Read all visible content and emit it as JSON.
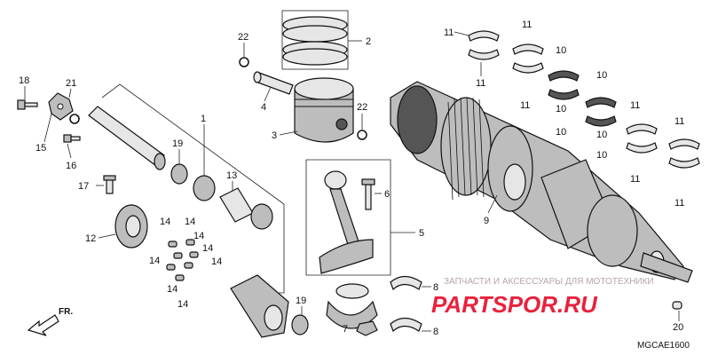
{
  "diagram": {
    "code": "MGCAE1600",
    "direction_label": "FR.",
    "watermark": {
      "text": "ЗАПЧАСТИ И АКСЕССУАРЫ ДЛЯ МОТОТЕХНИКИ",
      "brand": "PARTSPOR.RU"
    },
    "callouts": [
      {
        "id": "c22a",
        "text": "22"
      },
      {
        "id": "c2",
        "text": "2"
      },
      {
        "id": "c4",
        "text": "4"
      },
      {
        "id": "c3",
        "text": "3"
      },
      {
        "id": "c22b",
        "text": "22"
      },
      {
        "id": "c18",
        "text": "18"
      },
      {
        "id": "c21",
        "text": "21"
      },
      {
        "id": "c15",
        "text": "15"
      },
      {
        "id": "c16",
        "text": "16"
      },
      {
        "id": "c1",
        "text": "1"
      },
      {
        "id": "c19a",
        "text": "19"
      },
      {
        "id": "c13",
        "text": "13"
      },
      {
        "id": "c17",
        "text": "17"
      },
      {
        "id": "c12",
        "text": "12"
      },
      {
        "id": "c14a",
        "text": "14"
      },
      {
        "id": "c14b",
        "text": "14"
      },
      {
        "id": "c14c",
        "text": "14"
      },
      {
        "id": "c14d",
        "text": "14"
      },
      {
        "id": "c14e",
        "text": "14"
      },
      {
        "id": "c14f",
        "text": "14"
      },
      {
        "id": "c14g",
        "text": "14"
      },
      {
        "id": "c14h",
        "text": "14"
      },
      {
        "id": "c6",
        "text": "6"
      },
      {
        "id": "c5",
        "text": "5"
      },
      {
        "id": "c8a",
        "text": "8"
      },
      {
        "id": "c8b",
        "text": "8"
      },
      {
        "id": "c7",
        "text": "7"
      },
      {
        "id": "c19b",
        "text": "19"
      },
      {
        "id": "c9",
        "text": "9"
      },
      {
        "id": "c20",
        "text": "20"
      },
      {
        "id": "c11a",
        "text": "11"
      },
      {
        "id": "c11b",
        "text": "11"
      },
      {
        "id": "c11c",
        "text": "11"
      },
      {
        "id": "c11d",
        "text": "11"
      },
      {
        "id": "c11e",
        "text": "11"
      },
      {
        "id": "c11f",
        "text": "11"
      },
      {
        "id": "c11g",
        "text": "11"
      },
      {
        "id": "c11h",
        "text": "11"
      },
      {
        "id": "c10a",
        "text": "10"
      },
      {
        "id": "c10b",
        "text": "10"
      },
      {
        "id": "c10c",
        "text": "10"
      },
      {
        "id": "c10d",
        "text": "10"
      },
      {
        "id": "c10e",
        "text": "10"
      },
      {
        "id": "c10f",
        "text": "10"
      }
    ]
  }
}
